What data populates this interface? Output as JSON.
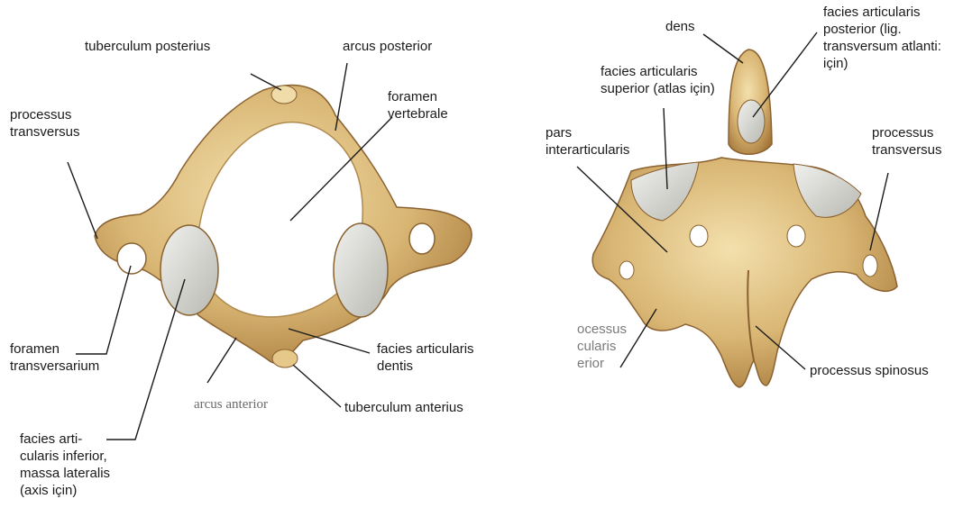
{
  "left_figure": {
    "labels": {
      "tuberculum_posterius": "tuberculum posterius",
      "arcus_posterior": "arcus posterior",
      "processus_transversus": "processus\ntransversus",
      "foramen_vertebrale": "foramen\nvertebrale",
      "foramen_transversarium": "foramen\ntransversarium",
      "facies_articularis_dentis": "facies articularis\ndentis",
      "arcus_anterior": "arcus anterior",
      "tuberculum_anterius": "tuberculum anterius",
      "facies_articularis_inferior": "facies arti-\ncularis inferior,\nmassa lateralis\n(axis için)"
    }
  },
  "right_figure": {
    "labels": {
      "dens": "dens",
      "facies_articularis_posterior": "facies articularis\nposterior (lig.\ntransversum atlanti:\niçin)",
      "facies_articularis_superior": "facies articularis\nsuperior (atlas için)",
      "pars_interarticularis": "pars\ninterarticularis",
      "processus_transversus": "processus\ntransversus",
      "processus_articularis_inferior": "ocessus\ncularis\nerior",
      "processus_spinosus": "processus spinosus"
    }
  },
  "colors": {
    "bone": "#d8b472",
    "bone_light": "#f0dba8",
    "bone_dark": "#a57a3c",
    "facet": "#dcdcd8",
    "line": "#1a1a1a"
  }
}
